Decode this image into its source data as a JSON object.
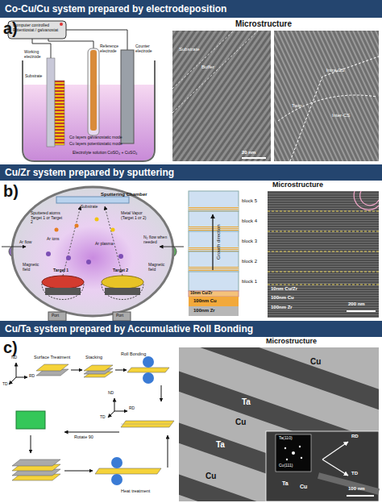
{
  "diagram": {
    "nodes": [
      {
        "text": [
          "Co-Cu/Cu system prepared by electrodeposition"
        ]
      },
      {
        "text": [
          "Cu/Zr system prepared by sputtering"
        ]
      },
      {
        "text": [
          "Cu/Ta system prepared by Accumulative Roll Bonding"
        ]
      }
    ],
    "labels": [
      "a)",
      "Microstructure",
      "Computer controlled Potentiostat / galvanostat",
      "Reference electrode",
      "Counter electrode",
      "Working electrode",
      "Substrate",
      "Co layers galvanostatic mode",
      "Cu layers potentiostatic mode",
      "Electrolyte solution CoSO₄ + CuSO₄",
      "Substrate",
      "Buffer",
      "20 nm",
      "Intra-CS",
      "Twin",
      "Inter-CS",
      "b)",
      "Microstructure",
      "Sputtering Chamber",
      "Substrate",
      "Sputtered atoms Target 1 or Target 2",
      "Metal Vapor (Target 1 or 2)",
      "Ar flow",
      "Ar ions",
      "Ar plasma",
      "N₂ flow when needed",
      "Magnetic field",
      "Magnetic field",
      "Target 1",
      "Target 2",
      "Port",
      "Port",
      "block 5",
      "block 4",
      "block 3",
      "block 2",
      "block 1",
      "Growth direction",
      "10nm Cu/Zr",
      "100nm Cu",
      "100nm Zr",
      "10nm Cu/Zr",
      "100nm Cu",
      "100nm Zr",
      "200 nm",
      "c)",
      "Microstructure",
      "Surface Treatment",
      "Stacking",
      "Roll Bonding",
      "Rotate 90",
      "Heat treatment",
      "ND",
      "TD",
      "RD",
      "ND",
      "TD",
      "RD",
      "Cu",
      "Ta",
      "Cu",
      "Ta",
      "Cu",
      "Ta(110)",
      "Cu(111)",
      "RD",
      "TD",
      "Ta",
      "Cu",
      "100 nm"
    ]
  }
}
